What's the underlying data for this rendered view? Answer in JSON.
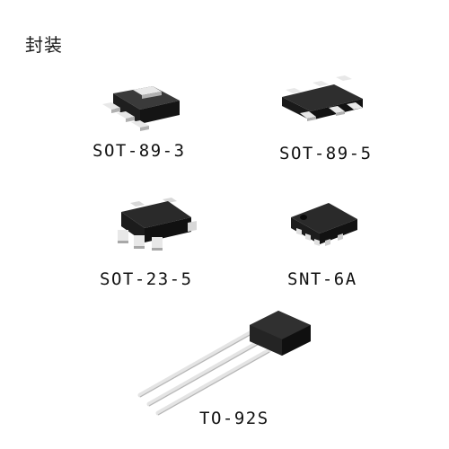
{
  "heading": "封装",
  "packages": [
    {
      "label": "SOT-89-3",
      "icon": "sot-89-3-package-icon"
    },
    {
      "label": "SOT-89-5",
      "icon": "sot-89-5-package-icon"
    },
    {
      "label": "SOT-23-5",
      "icon": "sot-23-5-package-icon"
    },
    {
      "label": "SNT-6A",
      "icon": "snt-6a-package-icon"
    },
    {
      "label": "TO-92S",
      "icon": "to-92s-package-icon"
    }
  ],
  "colors": {
    "body": "#1b1b1b",
    "body_top": "#2c2c2c",
    "lead": "#e6e6e6",
    "lead_shadow": "#a8a8a8",
    "text": "#111111"
  }
}
